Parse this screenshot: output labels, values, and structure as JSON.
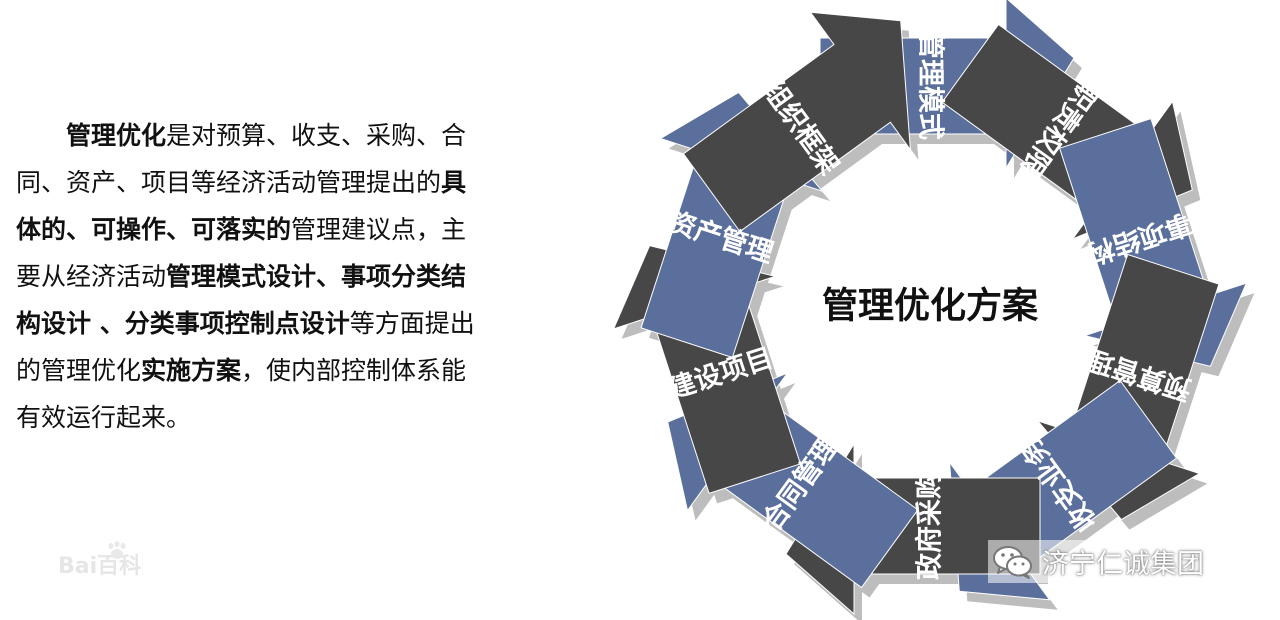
{
  "intro": {
    "lead_bold": "管理优化",
    "part1": "是对预算、收支、采购、合同、资产、项目等经济活动管理提出的",
    "bold2": "具体的、可操作、可落实的",
    "part2": "管理建议点，主要从经济活动",
    "bold3": "管理模式设计、事项分类结构设计 、分类事项控制点设计",
    "part3": "等方面提出的管理优化",
    "bold4": "实施方案",
    "part4": "，使内部控制体系能有效运行起来。"
  },
  "diagram": {
    "center_title": "管理优化方案",
    "segments": [
      {
        "label": "管理模式"
      },
      {
        "label": "职责权限"
      },
      {
        "label": "事项结构"
      },
      {
        "label": "预算管理"
      },
      {
        "label": "收支业务"
      },
      {
        "label": "政府采购"
      },
      {
        "label": "合同管理"
      },
      {
        "label": "建设项目"
      },
      {
        "label": "资产管理"
      },
      {
        "label": "组织框架"
      }
    ],
    "colors": {
      "blue": "#5b6f9c",
      "dark": "#474747",
      "shadow": "#bdbdbd"
    }
  },
  "watermark": {
    "text": "Bai百科"
  },
  "brand": {
    "icon": "wechat-icon",
    "name": "济宁仁诚集团"
  }
}
